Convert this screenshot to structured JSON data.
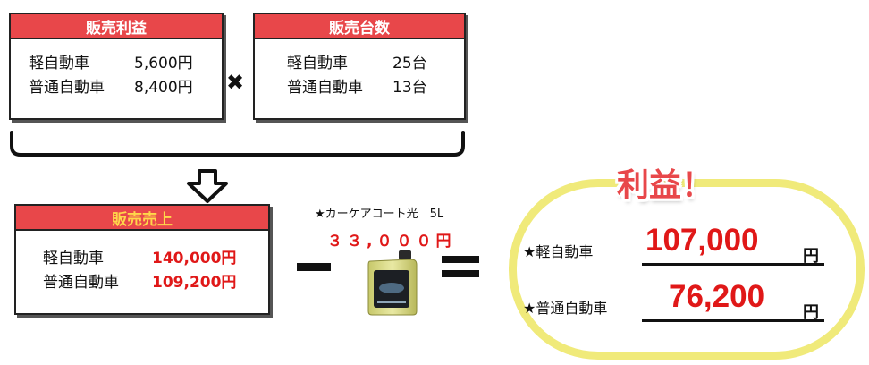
{
  "sales_profit": {
    "title": "販売利益",
    "rows": [
      {
        "label": "軽自動車",
        "value": "5,600円"
      },
      {
        "label": "普通自動車",
        "value": "8,400円"
      }
    ]
  },
  "sales_units": {
    "title": "販売台数",
    "rows": [
      {
        "label": "軽自動車",
        "value": "25台"
      },
      {
        "label": "普通自動車",
        "value": "13台"
      }
    ]
  },
  "revenue": {
    "title": "販売売上",
    "rows": [
      {
        "label": "軽自動車",
        "value": "140,000円"
      },
      {
        "label": "普通自動車",
        "value": "109,200円"
      }
    ]
  },
  "product": {
    "title": "★カーケアコート光　5L",
    "price": "３３,０００円"
  },
  "profit": {
    "title": "利益！",
    "rows": [
      {
        "label": "★軽自動車",
        "amount": "107,000",
        "unit": "円"
      },
      {
        "label": "★普通自動車",
        "amount": "76,200",
        "unit": "円"
      }
    ]
  },
  "colors": {
    "header_red": "#e8474a",
    "value_red": "#e01818",
    "oval_yellow": "#f0ea7a",
    "header_gold_text": "#ffd84a"
  }
}
